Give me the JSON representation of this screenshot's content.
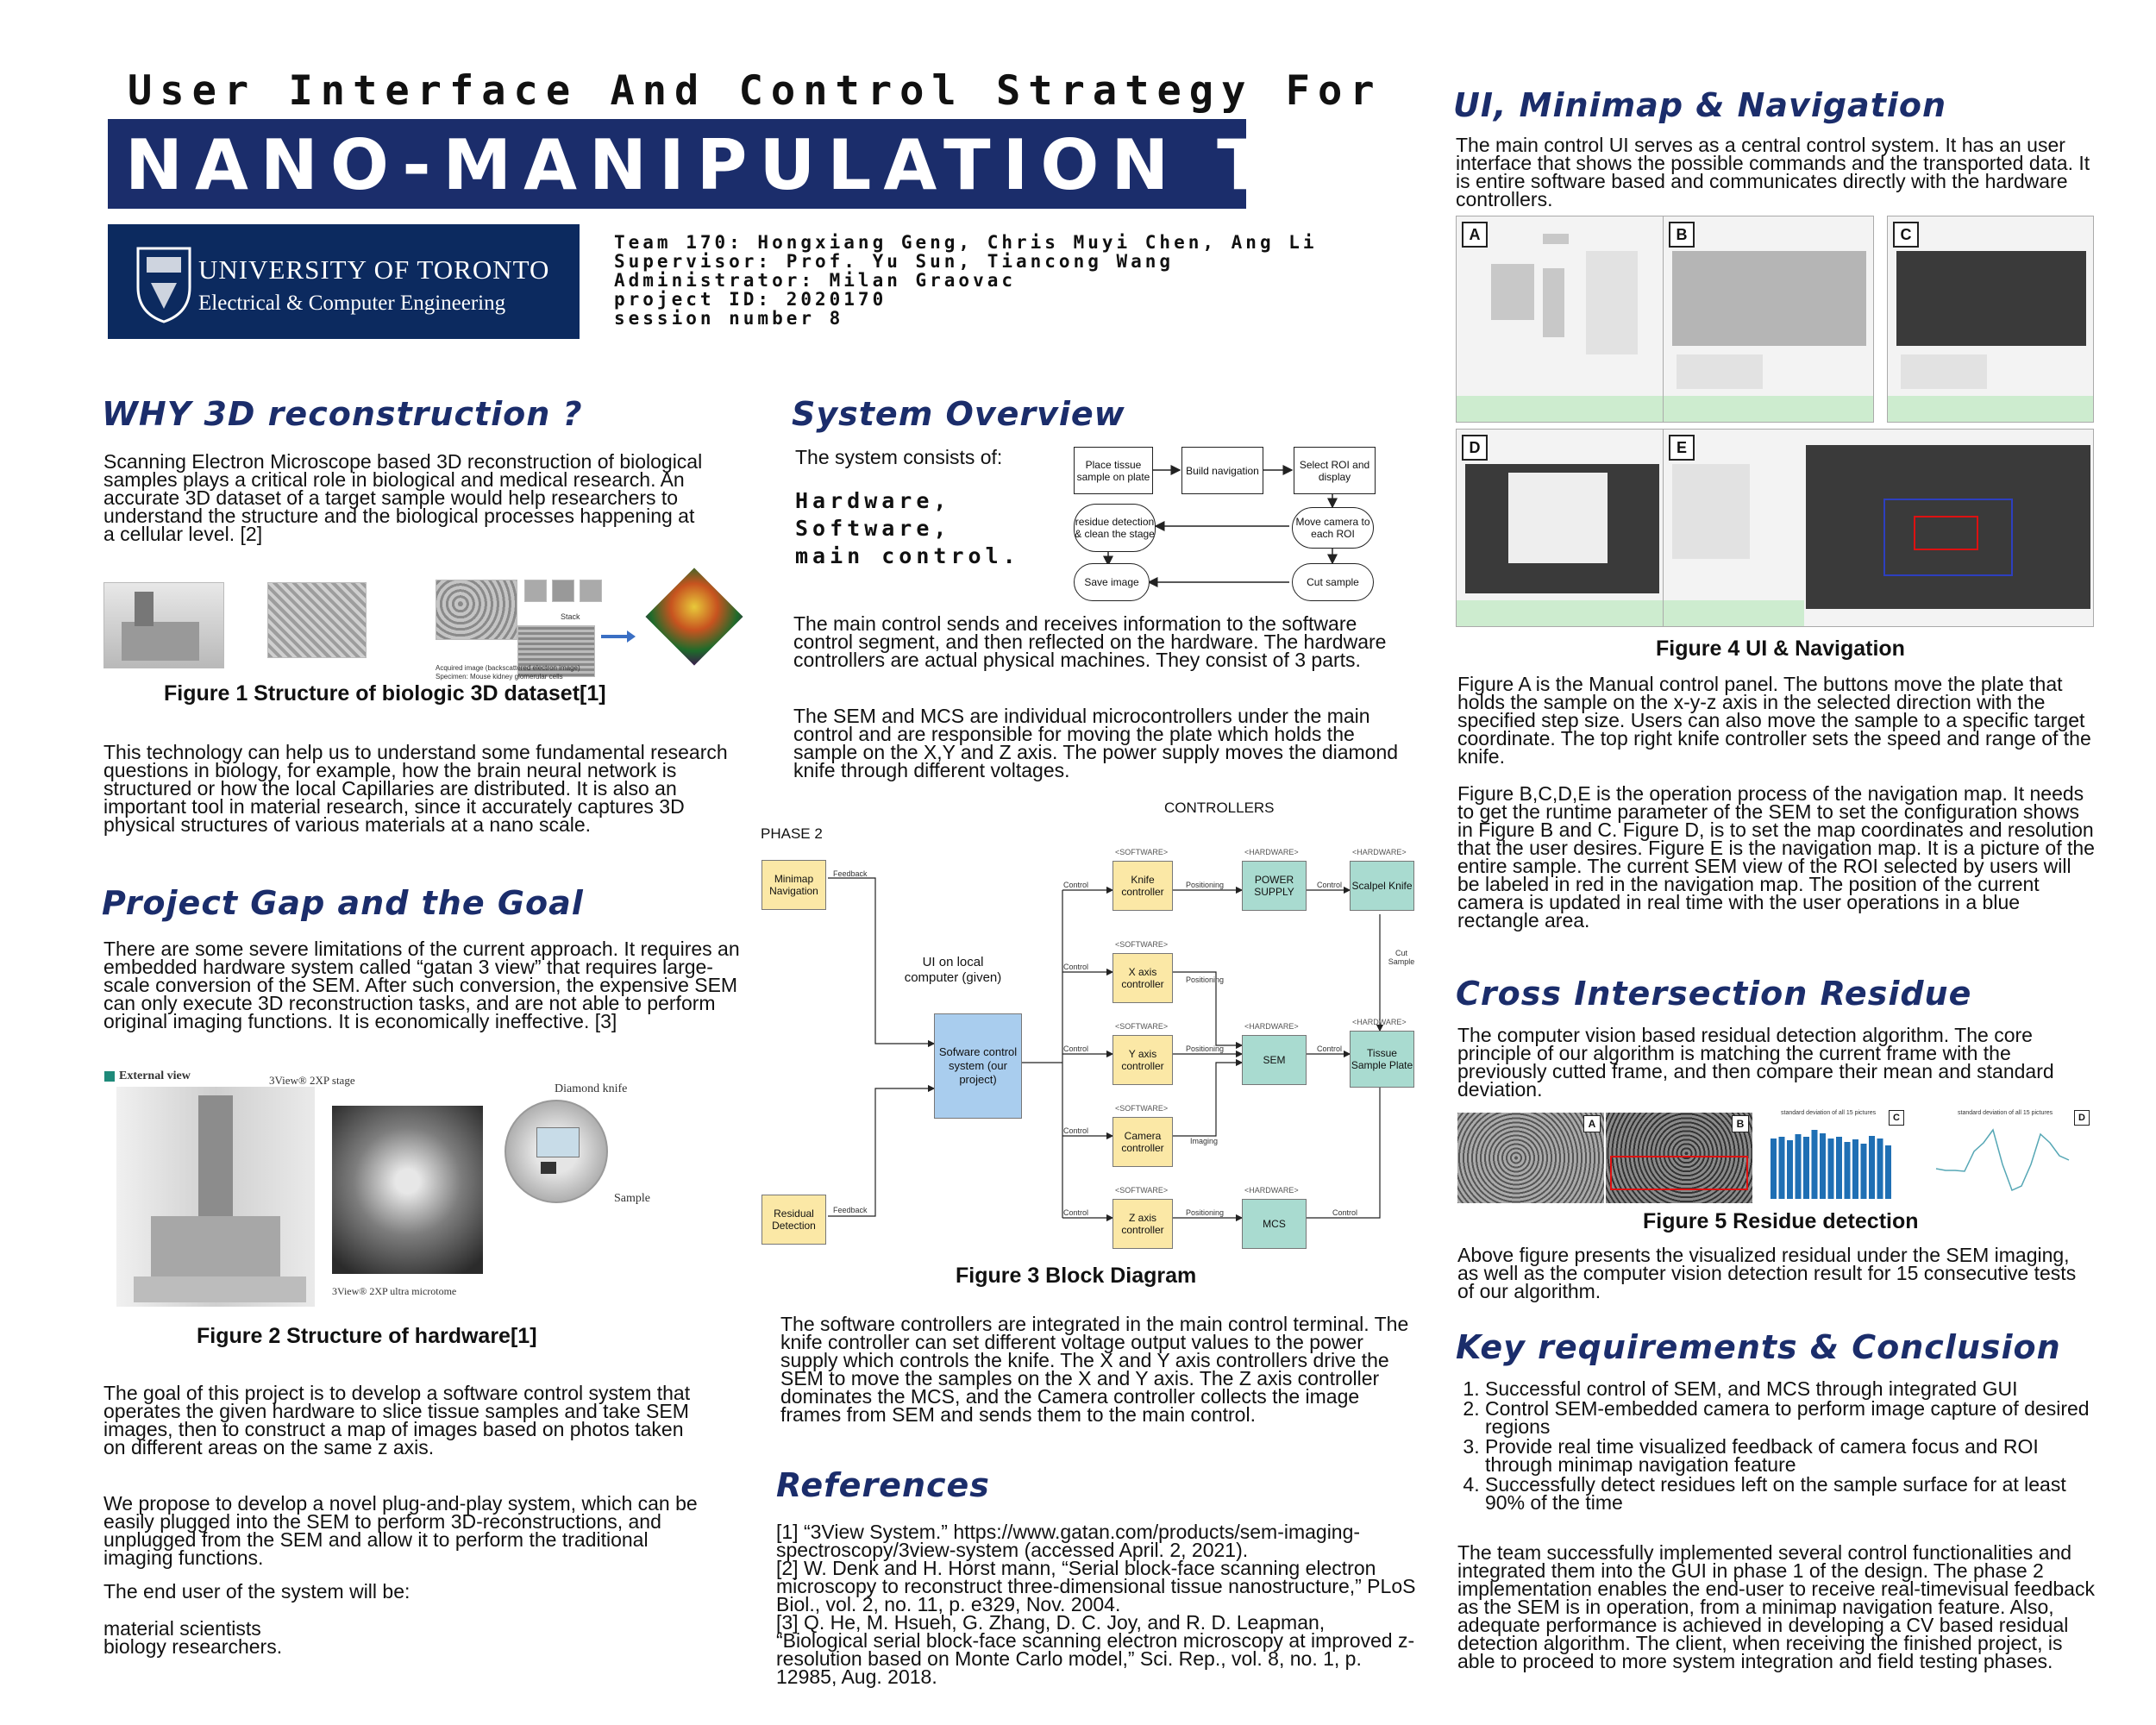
{
  "header": {
    "subtitle": "User Interface And Control Strategy For",
    "title": "NANO-MANIPULATION TOOL",
    "university": "UNIVERSITY OF TORONTO",
    "department": "Electrical & Computer Engineering",
    "team_lines": [
      "Team 170: Hongxiang Geng, Chris Muyi Chen, Ang Li",
      "Supervisor: Prof. Yu Sun, Tiancong Wang",
      "Administrator: Milan Graovac",
      "project ID: 2020170",
      "session number 8"
    ]
  },
  "why": {
    "title": "WHY 3D reconstruction ?",
    "p1": "Scanning Electron Microscope based 3D reconstruction of biological samples plays a critical role in biological and medical research. An accurate 3D dataset of a target sample would help researchers to understand the structure and the biological processes happening at a cellular level. [2]",
    "fig1_caption": "Figure 1  Structure of biologic 3D dataset[1]",
    "fig1_label_stack": "Stack",
    "fig1_label_acq": "Acquired image (backscattered electron image)",
    "fig1_label_spec": "Specimen: Mouse kidney glomerular cells",
    "p2": "This technology can help us to understand some fundamental research questions in biology, for example, how the brain neural network is structured or how the local Capillaries are distributed. It is also an important tool in material research, since it accurately captures 3D physical structures of various materials at a nano scale."
  },
  "gap": {
    "title": "Project Gap and the Goal",
    "p1": "There are some severe limitations of the current approach. It requires an embedded hardware system called “gatan 3 view” that requires large-scale conversion of the SEM. After such conversion, the expensive SEM can only execute 3D reconstruction tasks, and are not able to perform original imaging functions. It is economically ineffective. [3]",
    "fig2_labels": {
      "external": "External view",
      "stage": "3View® 2XP stage",
      "knife": "Diamond knife",
      "sample": "Sample",
      "microtome": "3View® 2XP ultra microtome"
    },
    "fig2_caption": "Figure 2  Structure of hardware[1]",
    "p2": "The goal of this project is to develop a software control system that operates the given hardware to slice tissue samples and take SEM images, then to construct a map of images based on photos taken on different areas on the same z axis.",
    "p3": "We propose to develop a novel plug-and-play system, which can be easily plugged into the SEM to perform 3D-reconstructions, and unplugged from the SEM and allow it to perform the traditional imaging functions.",
    "p4": "The end user of the system will be:",
    "users": [
      "material scientists",
      "biology researchers."
    ]
  },
  "overview": {
    "title": "System Overview",
    "intro": "The system consists of:",
    "parts": [
      "Hardware,",
      "Software,",
      "main control."
    ],
    "flow": {
      "place": "Place tissue sample on plate",
      "build": "Build navigation",
      "select": "Select ROI and display",
      "move": "Move camera to each ROI",
      "cut": "Cut sample",
      "save": "Save image",
      "residue": "residue detection & clean the stage"
    },
    "p1": "The main control sends and receives information to the software control segment, and then reflected on the hardware. The hardware controllers are actual physical machines. They consist of 3 parts.",
    "p2": "The SEM and MCS are individual microcontrollers under the main control and are responsible for moving the plate which holds the sample on the X,Y and Z axis. The power supply moves the diamond knife through different voltages."
  },
  "block": {
    "controllers_label": "CONTROLLERS",
    "phase": "PHASE 2",
    "minimap": "Minimap Navigation",
    "residue": "Residual Detection",
    "ui_local": "UI on local computer (given)",
    "software_ctrl": "Sofware control system (our project)",
    "knife": "Knife controller",
    "x": "X axis controller",
    "y": "Y axis controller",
    "camera": "Camera controller",
    "z": "Z axis controller",
    "power": "POWER SUPPLY",
    "scalpel": "Scalpel Knife",
    "sem": "SEM",
    "tissue": "Tissue Sample Plate",
    "mcs": "MCS",
    "tag_sw": "<SOFTWARE>",
    "tag_hw": "<HARDWARE>",
    "feedback": "Feedback",
    "control": "Control",
    "positioning": "Positioning",
    "imaging": "Imaging",
    "cut_sample": "Cut Sample",
    "caption": "Figure 3   Block Diagram"
  },
  "controllers_text": "The software controllers are integrated in the main control terminal. The knife controller can set different voltage output values to the power supply which controls the knife.  The X and Y axis controllers drive the SEM to move the samples on the X and Y axis. The Z axis controller dominates the MCS, and the Camera controller collects the image frames from SEM and sends them to the main control.",
  "references": {
    "title": "References",
    "items": [
      "[1]   “3View System.” https://www.gatan.com/products/sem-imaging-spectroscopy/3view-system (accessed April. 2, 2021).",
      "[2]   W. Denk and H. Horst   mann, “Serial block-face scanning electron microscopy to reconstruct three-dimensional tissue nanostructure,” PLoS Biol., vol. 2, no. 11, p. e329, Nov. 2004.",
      "[3]   Q. He, M. Hsueh, G. Zhang, D. C. Joy, and R. D. Leapman, “Biological serial block-face scanning electron microscopy at improved z-resolution based on Monte Carlo model,” Sci. Rep., vol. 8, no. 1, p. 12985, Aug. 2018."
    ]
  },
  "ui": {
    "title": "UI, Minimap & Navigation",
    "p1": "The main control UI serves as a central control system. It has an user interface that shows the possible commands and the transported data. It is entire software based and communicates directly with the hardware controllers.",
    "letters": [
      "A",
      "B",
      "C",
      "D",
      "E"
    ],
    "caption": "Figure 4   UI & Navigation",
    "p2": "Figure A is the Manual control panel. The buttons move the plate that holds the sample on the x-y-z axis in the selected direction with the specified step size.  Users can also move the sample to a specific target coordinate. The top right knife controller sets the speed and range of the knife.",
    "p3": "Figure B,C,D,E is the operation process of the navigation map. It needs to get the runtime parameter of the SEM to set the configuration shows in Figure B and C. Figure D, is to set the map coordinates and resolution that the user desires. Figure E is the navigation map. It is a picture of the entire sample. The current SEM view of the ROI selected by users will be labeled in red in the navigation map. The position of the current camera is updated in real time with the user operations in a blue rectangle area."
  },
  "residue": {
    "title": "Cross Intersection Residue",
    "p1": "The computer vision based residual detection algorithm. The core principle of our algorithm is matching the current frame with the previously cutted frame, and then compare their mean and standard deviation.",
    "letters": [
      "A",
      "B",
      "C",
      "D"
    ],
    "chart_c_title": "standard deviation of all 15 pictures",
    "chart_d_title": "standard deviation of all 15 pictures",
    "caption": "Figure 5   Residue detection",
    "p2": "Above figure presents the visualized residual under the SEM imaging, as well as the computer vision detection result for 15 consecutive tests of our algorithm."
  },
  "conclusion": {
    "title": "Key requirements & Conclusion",
    "items": [
      "Successful control of SEM, and MCS through integrated GUI",
      "Control SEM-embedded camera to perform image capture of desired regions",
      "Provide real time visualized feedback of camera focus and ROI through minimap navigation feature",
      "Successfully detect residues left on the sample surface for at least 90% of the time"
    ],
    "p1": "The team successfully implemented several control functionalities and integrated them into the GUI in phase 1 of the design. The phase 2 implementation enables the end-user to receive real-timevisual feedback as the SEM is in operation, from a minimap navigation feature. Also, adequate performance is achieved in developing a CV based residual detection algorithm. The client, when receiving the finished project, is able to proceed to more system integration and field testing phases."
  },
  "colors": {
    "navy": "#1b2d6b",
    "uoft_blue": "#0c2a5f",
    "accent_teal": "#a9dbd0",
    "accent_yellow": "#fbe8a6",
    "accent_blue": "#a9cdee"
  }
}
